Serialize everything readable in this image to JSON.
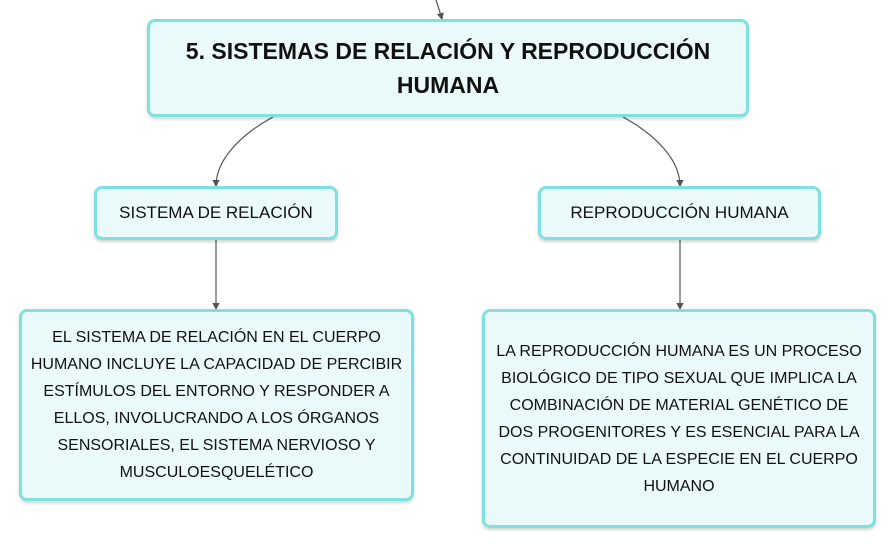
{
  "colors": {
    "node_fill": "#eaf9f9",
    "node_border": "#7fe0e0",
    "connector": "#555555"
  },
  "nodes": {
    "main": {
      "title": "5. SISTEMAS DE RELACIÓN Y REPRODUCCIÓN HUMANA"
    },
    "relation": {
      "label": "SISTEMA DE RELACIÓN",
      "description": "EL SISTEMA DE RELACIÓN EN EL CUERPO HUMANO INCLUYE LA CAPACIDAD DE PERCIBIR ESTÍMULOS DEL ENTORNO Y RESPONDER A ELLOS, INVOLUCRANDO A LOS ÓRGANOS SENSORIALES, EL SISTEMA NERVIOSO Y MUSCULOESQUELÉTICO"
    },
    "reproduction": {
      "label": "REPRODUCCIÓN HUMANA",
      "description": "LA REPRODUCCIÓN HUMANA ES UN PROCESO BIOLÓGICO DE TIPO SEXUAL QUE IMPLICA LA COMBINACIÓN DE MATERIAL GENÉTICO DE DOS PROGENITORES Y ES ESENCIAL PARA LA CONTINUIDAD DE LA ESPECIE EN EL CUERPO HUMANO"
    }
  }
}
